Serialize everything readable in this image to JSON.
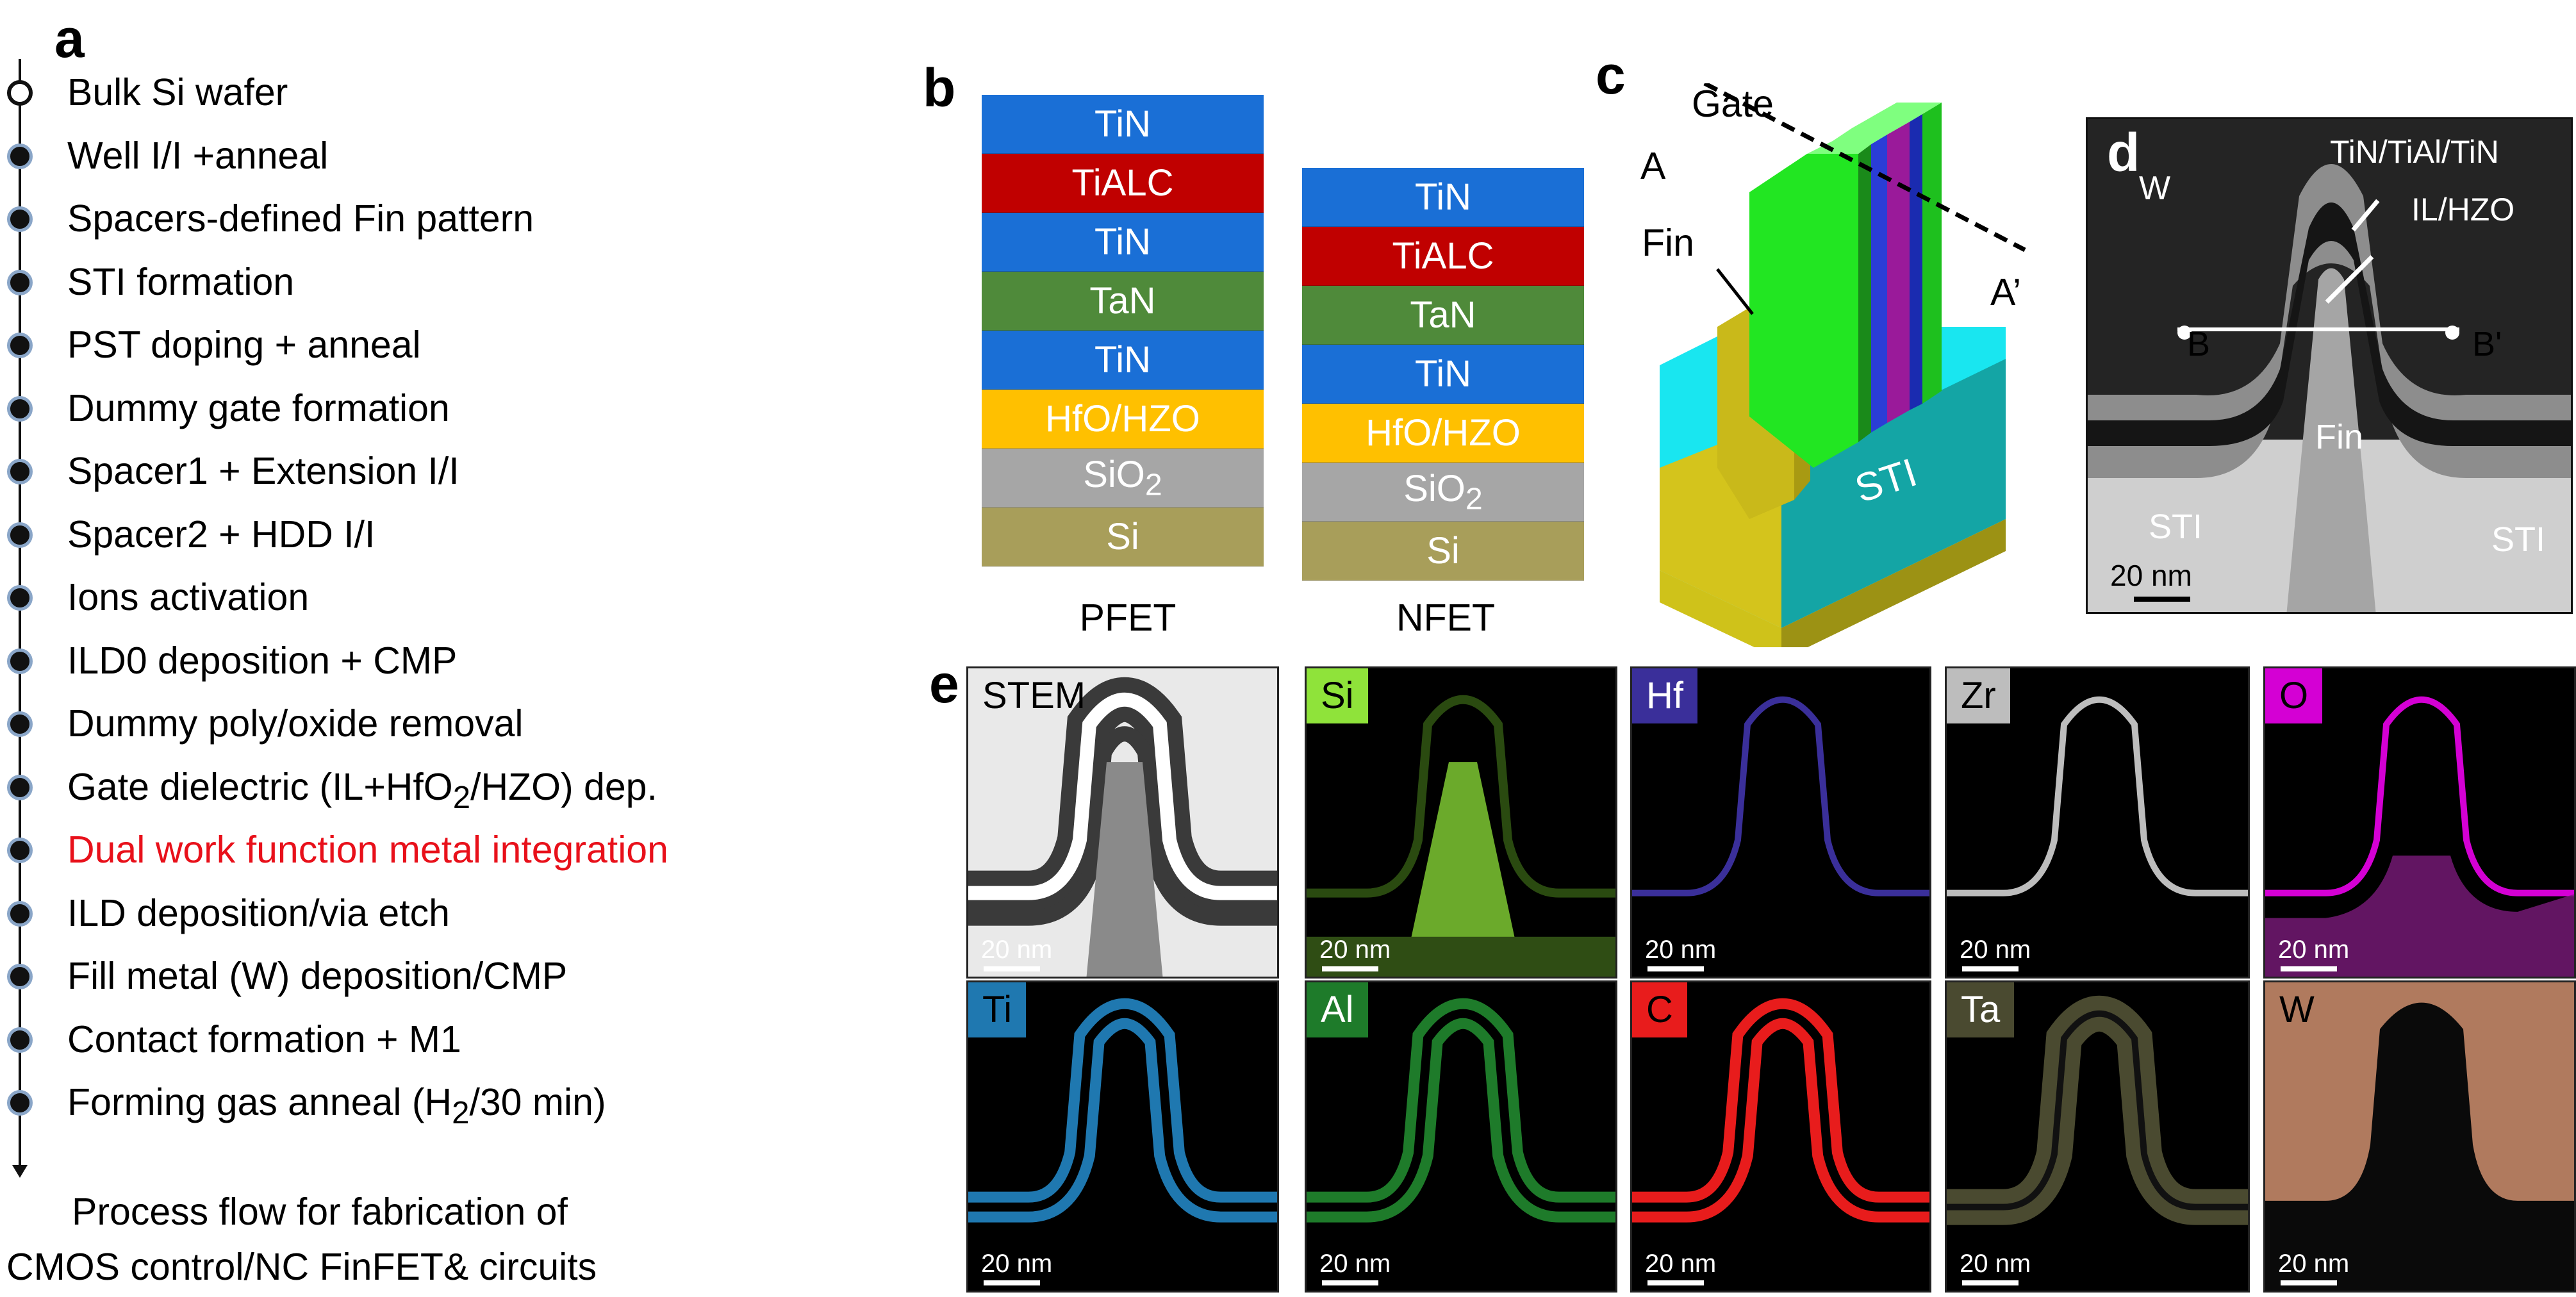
{
  "panel_labels": {
    "a": "a",
    "b": "b",
    "c": "c",
    "d": "d",
    "e": "e"
  },
  "process_flow": {
    "steps": [
      {
        "text": "Bulk Si wafer"
      },
      {
        "text": "Well I/I +anneal"
      },
      {
        "text": "Spacers-defined Fin pattern"
      },
      {
        "text": "STI formation"
      },
      {
        "text": "PST doping + anneal"
      },
      {
        "text": "Dummy gate formation"
      },
      {
        "text": "Spacer1 + Extension I/I"
      },
      {
        "text": "Spacer2 + HDD I/I"
      },
      {
        "text": "Ions activation"
      },
      {
        "text": "ILD0 deposition + CMP"
      },
      {
        "text": "Dummy poly/oxide removal"
      },
      {
        "text": "Gate dielectric (IL+HfO2/HZO) dep."
      },
      {
        "text": "Dual work function metal integration",
        "highlight": true
      },
      {
        "text": "ILD deposition/via etch"
      },
      {
        "text": "Fill metal (W) deposition/CMP"
      },
      {
        "text": "Contact formation + M1"
      },
      {
        "text": "Forming gas anneal (H2/30 min)"
      }
    ],
    "highlight_color": "#e8101a",
    "caption_line1": "Process flow for fabrication of",
    "caption_line2": "CMOS control/NC FinFET& circuits"
  },
  "stacks": {
    "pfet": {
      "label": "PFET",
      "layers": [
        {
          "name": "TiN",
          "color": "#1a6fd6"
        },
        {
          "name": "TiALC",
          "color": "#c00000"
        },
        {
          "name": "TiN",
          "color": "#1a6fd6"
        },
        {
          "name": "TaN",
          "color": "#4f8a3a"
        },
        {
          "name": "TiN",
          "color": "#1a6fd6"
        },
        {
          "name": "HfO/HZO",
          "color": "#ffc000"
        },
        {
          "name": "SiO2",
          "color": "#a6a6a6"
        },
        {
          "name": "Si",
          "color": "#a89e5a"
        }
      ]
    },
    "nfet": {
      "label": "NFET",
      "layers": [
        {
          "name": "TiN",
          "color": "#1a6fd6"
        },
        {
          "name": "TiALC",
          "color": "#c00000"
        },
        {
          "name": "TaN",
          "color": "#4f8a3a"
        },
        {
          "name": "TiN",
          "color": "#1a6fd6"
        },
        {
          "name": "HfO/HZO",
          "color": "#ffc000"
        },
        {
          "name": "SiO2",
          "color": "#a6a6a6"
        },
        {
          "name": "Si",
          "color": "#a89e5a"
        }
      ]
    }
  },
  "finfet_3d": {
    "gate": "Gate",
    "a": "A",
    "a_prime": "A’",
    "fin": "Fin",
    "sti": "STI"
  },
  "tem_d": {
    "w": "W",
    "metal": "TiN/TiAl/TiN",
    "dielectric": "IL/HZO",
    "b": "B",
    "b_prime": "B'",
    "fin": "Fin",
    "sti_left": "STI",
    "sti_right": "STI",
    "scale": "20 nm"
  },
  "eds_maps": [
    {
      "label": "STEM",
      "color": "#ffffff",
      "text_color": "#000000",
      "map": "stem"
    },
    {
      "label": "Si",
      "color": "#8fe33a",
      "text_color": "#000000",
      "map": "si"
    },
    {
      "label": "Hf",
      "color": "#3a2f9a",
      "text_color": "#ffffff",
      "map": "hf"
    },
    {
      "label": "Zr",
      "color": "#bdbdbd",
      "text_color": "#000000",
      "map": "zr"
    },
    {
      "label": "O",
      "color": "#d400d4",
      "text_color": "#000000",
      "map": "o"
    },
    {
      "label": "Ti",
      "color": "#1f78b0",
      "text_color": "#000000",
      "map": "ti"
    },
    {
      "label": "Al",
      "color": "#1e7b2a",
      "text_color": "#ffffff",
      "map": "al"
    },
    {
      "label": "C",
      "color": "#e81c1c",
      "text_color": "#000000",
      "map": "c"
    },
    {
      "label": "Ta",
      "color": "#4a4a30",
      "text_color": "#ffffff",
      "map": "ta"
    },
    {
      "label": "W",
      "color": "#b07a5e",
      "text_color": "#000000",
      "map": "w"
    }
  ],
  "eds_scale": "20 nm"
}
